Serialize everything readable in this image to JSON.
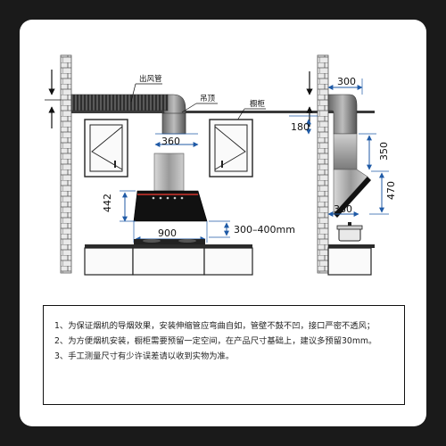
{
  "labels": {
    "duct": "出风管",
    "ceiling": "吊顶",
    "cabinet": "橱柜"
  },
  "dimensions": {
    "duct_width": "360",
    "hood_height": "442",
    "install_height": "300–400mm",
    "hood_width": "900",
    "side_top_offset": "300",
    "side_duct_height": "180",
    "side_body_height": "350",
    "side_total_height": "470",
    "side_depth": "380"
  },
  "notes": [
    "1、为保证烟机的导烟效果，安装伸缩管应弯曲自如，管壁不鼓不凹，接口严密不透风；",
    "2、为方便烟机安装，橱柜需要预留一定空间，在产品尺寸基础上，建议多预留30mm。",
    "3、手工测量尺寸有少许误差请以收到实物为准。"
  ],
  "colors": {
    "outer_background": "#1a1a1a",
    "card_background": "#ffffff",
    "dimension_blue": "#1f5aa6",
    "hood_black": "#111111",
    "red_accent": "#d0342c"
  }
}
